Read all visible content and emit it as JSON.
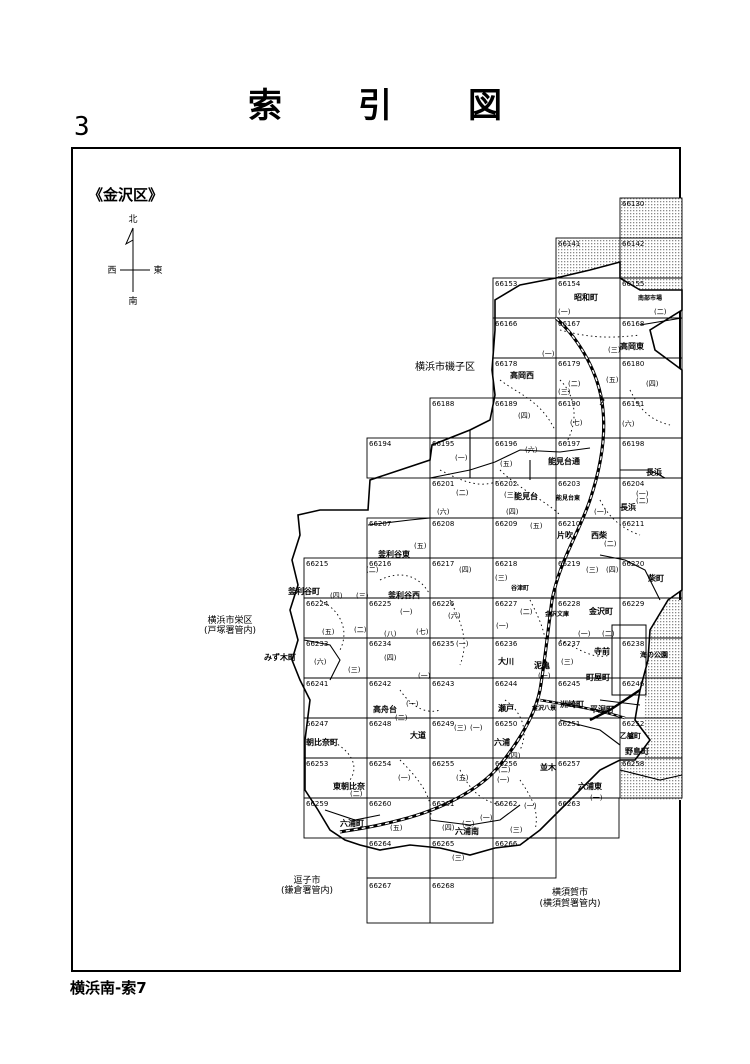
{
  "header": {
    "title_chars": [
      "索",
      "引",
      "図"
    ],
    "page_number": "3"
  },
  "footer": {
    "label": "横浜南-索7"
  },
  "map": {
    "ward_label": "《金沢区》",
    "compass": {
      "north": "北",
      "south": "南",
      "east": "東",
      "west": "西"
    },
    "grid_cells": [
      "66130",
      "66141",
      "66142",
      "66153",
      "66154",
      "66155",
      "66166",
      "66167",
      "66168",
      "66178",
      "66179",
      "66180",
      "66188",
      "66189",
      "66190",
      "66191",
      "66194",
      "66195",
      "66196",
      "66197",
      "66198",
      "66201",
      "66202",
      "66203",
      "66204",
      "66207",
      "66208",
      "66209",
      "66210",
      "66211",
      "66215",
      "66216",
      "66217",
      "66218",
      "66219",
      "66220",
      "66224",
      "66225",
      "66226",
      "66227",
      "66228",
      "66229",
      "66233",
      "66234",
      "66235",
      "66236",
      "66237",
      "66238",
      "66241",
      "66242",
      "66243",
      "66244",
      "66245",
      "66246",
      "66247",
      "66248",
      "66249",
      "66250",
      "66251",
      "66252",
      "66253",
      "66254",
      "66255",
      "66256",
      "66257",
      "66258",
      "66259",
      "66260",
      "66261",
      "66262",
      "66263",
      "66264",
      "66265",
      "66266",
      "66267",
      "66268"
    ],
    "places": [
      "昭和町",
      "高岡東",
      "高岡西",
      "長浜",
      "能見台通",
      "能見台",
      "能見台東",
      "長浜",
      "片吹",
      "西柴",
      "釜利谷東",
      "柴町",
      "釜利谷町",
      "釜利谷西",
      "谷津町",
      "金沢町",
      "寺前",
      "町屋町",
      "海の公園",
      "泥亀",
      "大川",
      "洲崎町",
      "平潟町",
      "瀬戸",
      "大道",
      "高舟台",
      "朝比奈町",
      "六浦",
      "野島町",
      "乙艫町",
      "東朝比奈",
      "六浦東",
      "六浦南",
      "六浦町",
      "みず木町",
      "金沢八景",
      "金沢文庫",
      "並木",
      "南部市場"
    ],
    "neighbors": {
      "isogo": "横浜市磯子区",
      "sakae_1": "横浜市栄区",
      "sakae_2": "(戸塚署管内)",
      "zushi_1": "逗子市",
      "zushi_2": "(鎌倉署管内)",
      "yokosuka_1": "横須賀市",
      "yokosuka_2": "(横須賀署管内)"
    },
    "block_marks": [
      "(一)",
      "(二)",
      "(三)",
      "(四)",
      "(五)",
      "(六)",
      "(七)",
      "(八)"
    ],
    "colors": {
      "ink": "#000000",
      "sea_hatch": "#9a9a9a"
    }
  }
}
